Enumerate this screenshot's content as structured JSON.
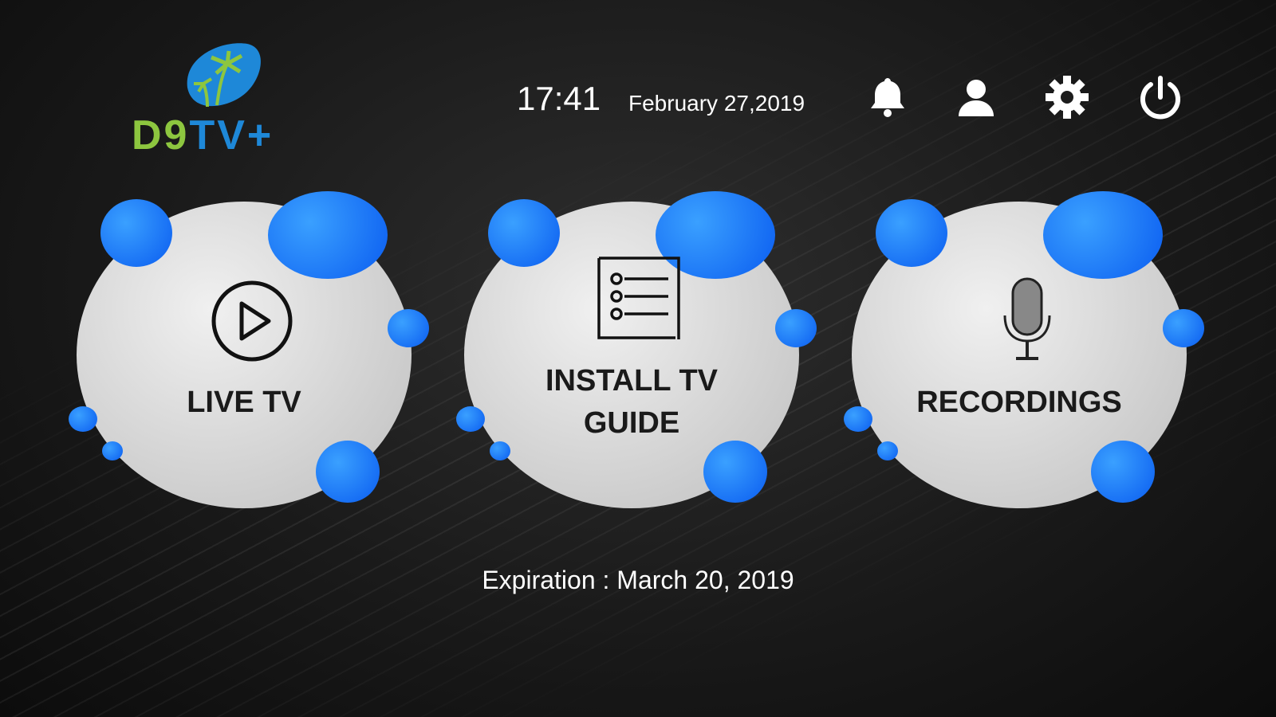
{
  "header": {
    "logo_text_a": "D9",
    "logo_text_b": "TV+",
    "time": "17:41",
    "date": "February 27,2019"
  },
  "icons": [
    "bell-icon",
    "user-icon",
    "gear-icon",
    "power-icon"
  ],
  "cards": [
    {
      "label": "LIVE TV",
      "icon": "play-icon"
    },
    {
      "label": "INSTALL TV",
      "label2": "GUIDE",
      "icon": "list-icon"
    },
    {
      "label": "RECORDINGS",
      "icon": "microphone-icon"
    }
  ],
  "footer": {
    "expiration": "Expiration : March 20, 2019"
  },
  "colors": {
    "accent": "#1a6cf5",
    "logo_green": "#8dc63f",
    "logo_blue": "#1e88d8"
  }
}
